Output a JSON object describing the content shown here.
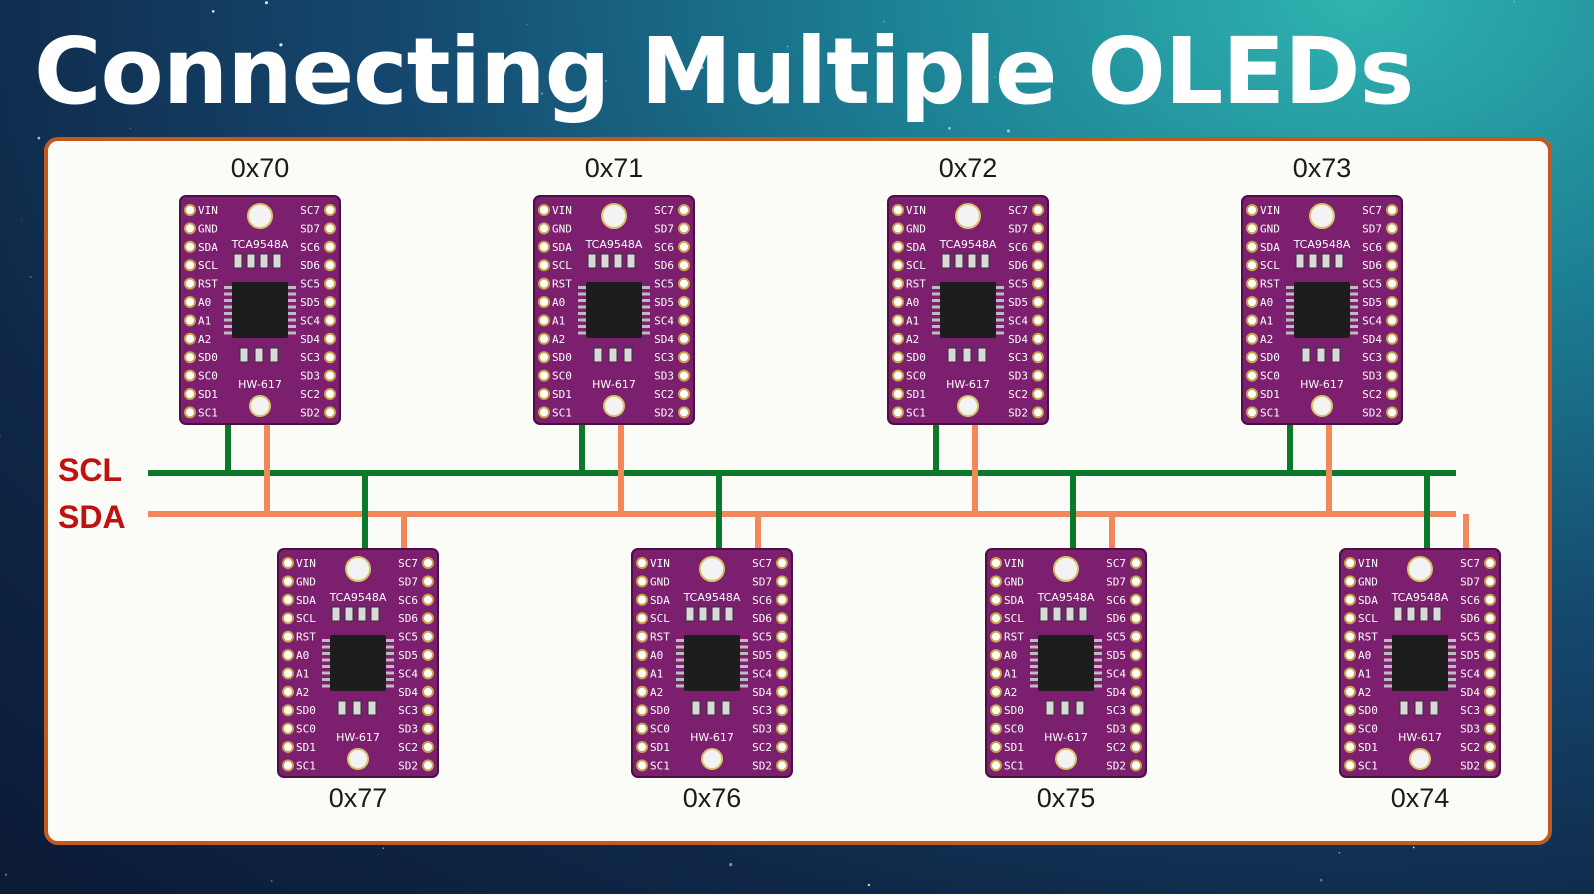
{
  "title": "Connecting Multiple OLEDs",
  "bus": {
    "scl_label": "SCL",
    "sda_label": "SDA",
    "scl_color": "#0a7a2a",
    "sda_color": "#f4875a"
  },
  "board": {
    "chip_label": "TCA9548A",
    "model_label": "HW-617",
    "color": "#7b1f6e",
    "left_pins": [
      "VIN",
      "GND",
      "SDA",
      "SCL",
      "RST",
      "A0",
      "A1",
      "A2",
      "SD0",
      "SC0",
      "SD1",
      "SC1"
    ],
    "right_pins": [
      "SC7",
      "SD7",
      "SC6",
      "SD6",
      "SC5",
      "SD5",
      "SC4",
      "SD4",
      "SC3",
      "SD3",
      "SC2",
      "SD2"
    ]
  },
  "top_row": [
    {
      "address": "0x70"
    },
    {
      "address": "0x71"
    },
    {
      "address": "0x72"
    },
    {
      "address": "0x73"
    }
  ],
  "bottom_row": [
    {
      "address": "0x77"
    },
    {
      "address": "0x76"
    },
    {
      "address": "0x75"
    },
    {
      "address": "0x74"
    }
  ]
}
